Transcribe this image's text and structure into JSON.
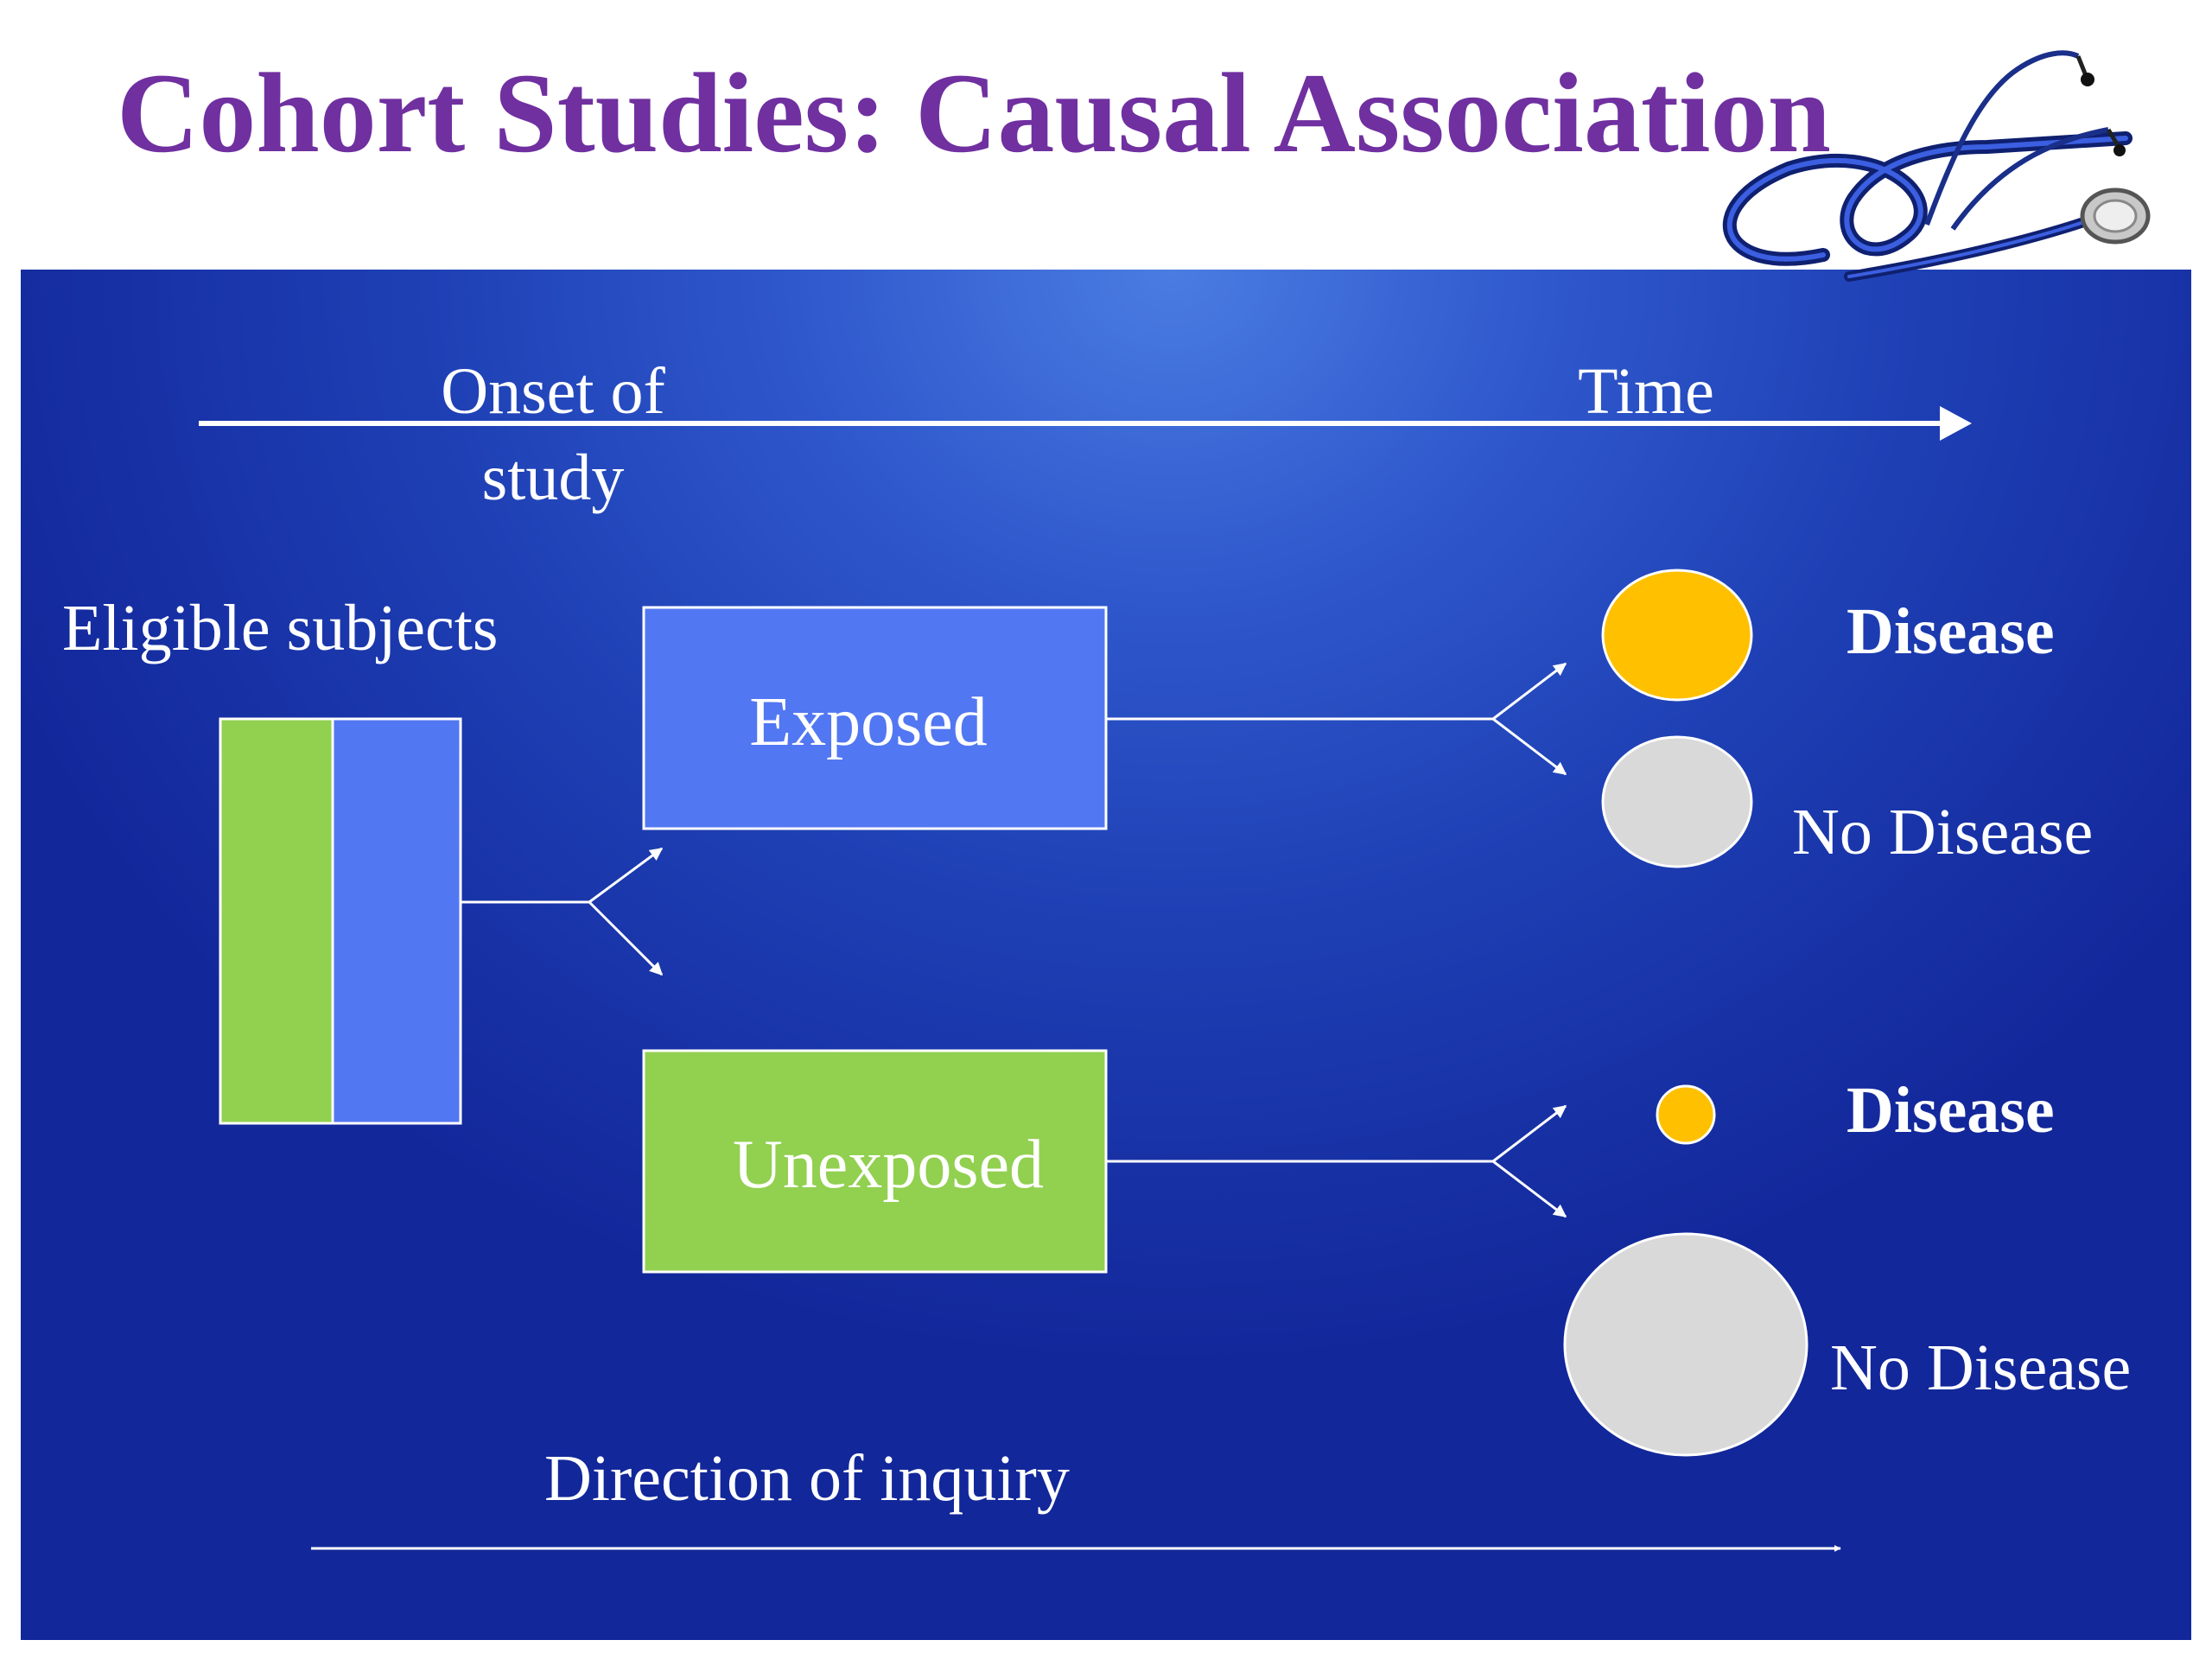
{
  "slide": {
    "title": "Cohort Studies: Causal Association",
    "title_color": "#7030A0",
    "panel_colors": {
      "center": "#4a7ce2",
      "edge": "#12279a"
    }
  },
  "timeline": {
    "onset_line1": "Onset of",
    "onset_line2": "study",
    "time_label": "Time"
  },
  "subjects": {
    "label": "Eligible subjects"
  },
  "groups": {
    "exposed": {
      "label": "Exposed",
      "color": "#5277f2"
    },
    "unexposed": {
      "label": "Unexposed",
      "color": "#92d050"
    }
  },
  "outcomes": {
    "exposed_disease": "Disease",
    "exposed_no_disease": "No Disease",
    "unexposed_disease": "Disease",
    "unexposed_no_disease": "No Disease",
    "disease_color": "#ffc000",
    "no_disease_color": "#d9d9d9"
  },
  "inquiry": {
    "label": "Direction of inquiry"
  },
  "decoration": {
    "image": "stethoscope-icon"
  }
}
